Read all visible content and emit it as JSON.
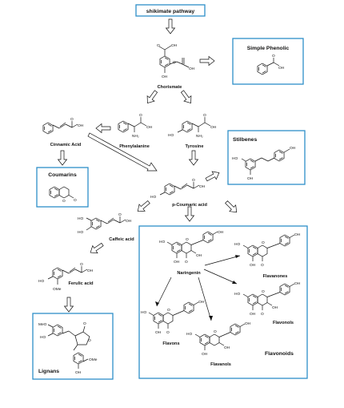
{
  "colors": {
    "frame": "#2e8fc8",
    "ink": "#111111"
  },
  "title": "shikimate pathway",
  "boxes": {
    "simple_phenolic": "Simple Phenolic",
    "stilbenes": "Stilbenes",
    "coumarins": "Coumarins",
    "lignans": "Lignans",
    "flavonoids": "Flavonoids"
  },
  "compounds": {
    "chorismate": "Chorismate",
    "cinnamic_acid": "Cinnamic Acid",
    "phenylalanine": "Phenylalanine",
    "tyrosine": "Tyrosine",
    "p_coumaric_acid": "p-Coumaric acid",
    "caffeic_acid": "Caffeic acid",
    "ferulic_acid": "Ferulic acid",
    "naringenin": "Naringenin",
    "flavanones": "Flavanones",
    "flavonols": "Flavonols",
    "flavons": "Flavons",
    "flavanols": "Flavanols"
  },
  "atoms": {
    "oh": "OH",
    "o": "O",
    "ho": "HO",
    "nh2": "NH₂",
    "meo": "MeO",
    "ome": "OMe"
  },
  "icons": [
    "hollow-arrow-icon",
    "benzene-ring-icon"
  ]
}
